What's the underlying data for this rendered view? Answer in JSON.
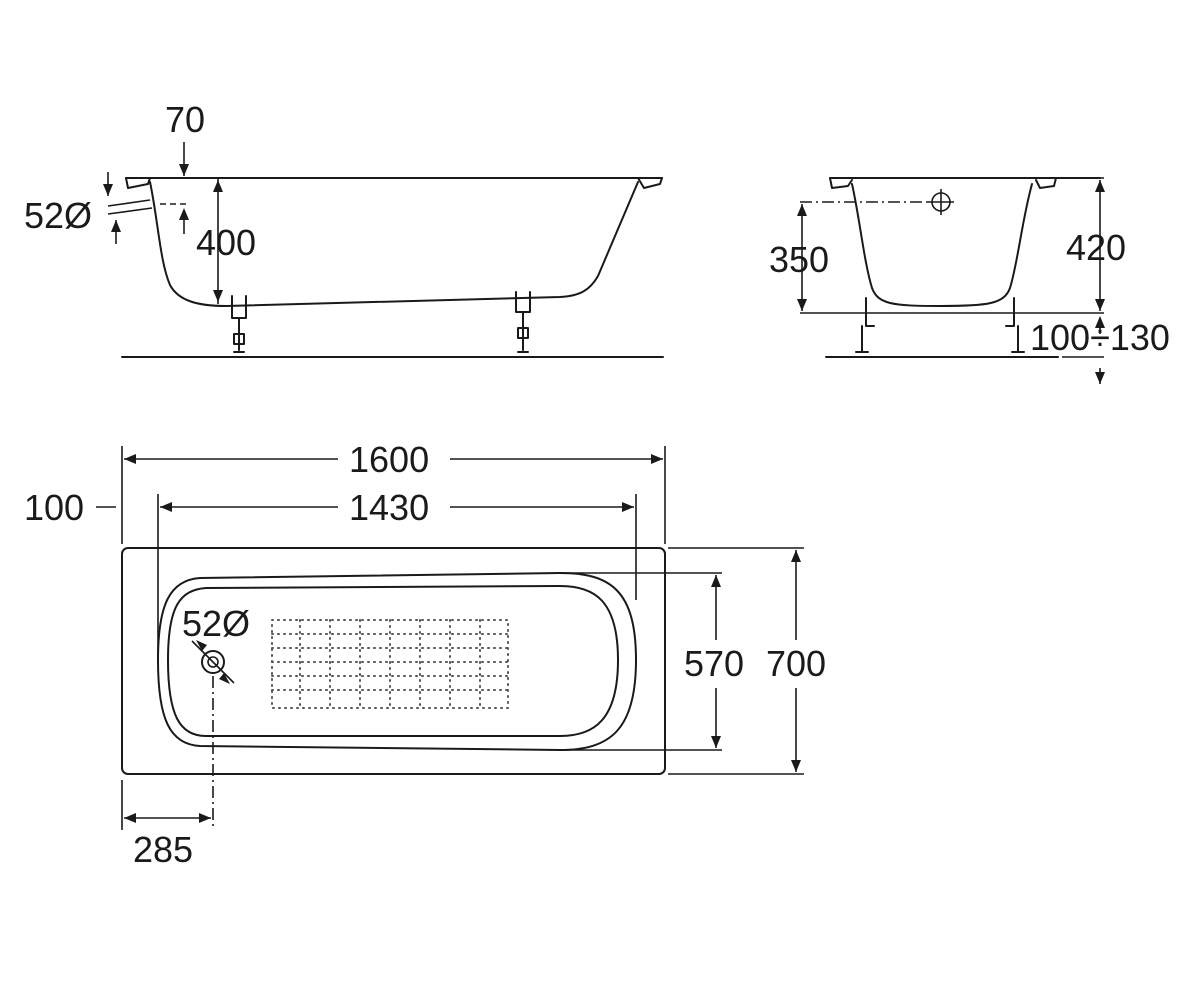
{
  "side_view": {
    "top_dim": "70",
    "drain_diameter": "52Ø",
    "depth": "400"
  },
  "end_view": {
    "overflow_height": "350",
    "total_height": "420",
    "leg_range": "100÷130"
  },
  "plan_view": {
    "length": "1600",
    "inner_length": "1430",
    "offset": "100",
    "drain_diameter": "52Ø",
    "inner_width": "570",
    "width": "700",
    "drain_offset": "285"
  },
  "colors": {
    "line": "#1a1a1a",
    "background": "#ffffff"
  }
}
